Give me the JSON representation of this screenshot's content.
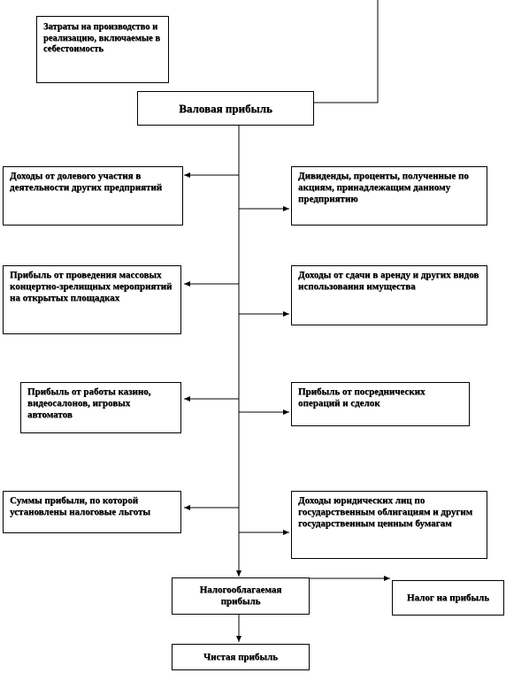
{
  "diagram": {
    "costs": "Затраты на производство и реализацию, включаемые в себестоимость",
    "gross_profit": "Валовая прибыль",
    "left_items": [
      "Доходы от долевого участия в деятельности других предприятий",
      "Прибыль от проведения массовых концертно-зрелищных мероприятий на открытых площадках",
      "Прибыль от работы казино, видеосалонов, игровых автоматов",
      "Суммы прибыли, по которой установлены налоговые льготы"
    ],
    "right_items": [
      "Дивиденды, проценты, полученные по акциям, принадлежащим данному предприятию",
      "Доходы от сдачи в аренду и других видов использования имущества",
      "Прибыль от посреднических операций и сделок",
      "Доходы юридических лиц по государственным облигациям и другим государственным ценным бумагам"
    ],
    "taxable_profit": "Налогооблагаемая прибыль",
    "income_tax": "Налог на прибыль",
    "net_profit": "Чистая прибыль"
  }
}
